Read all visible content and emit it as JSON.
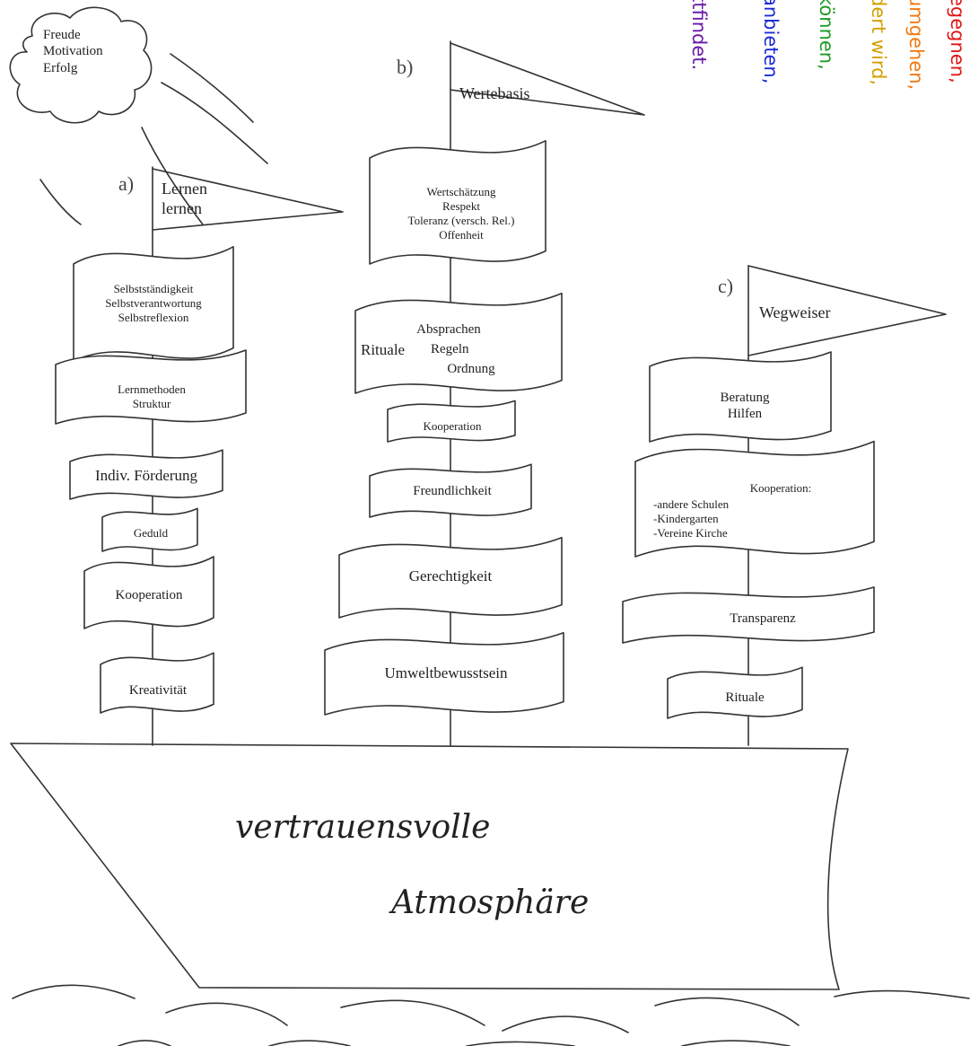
{
  "cloud": [
    "Freude",
    "Motivation",
    "Erfolg"
  ],
  "masts": {
    "a": {
      "letter": "a)",
      "flag": [
        "Lernen",
        "lernen"
      ],
      "banners": [
        [
          "Selbstständigkeit",
          "Selbstverantwortung",
          "Selbstreflexion"
        ],
        [
          "Lernmethoden",
          "Struktur"
        ],
        [
          "Indiv. Förderung"
        ],
        [
          "Geduld"
        ],
        [
          "Kooperation"
        ],
        [
          "Kreativität"
        ]
      ]
    },
    "b": {
      "letter": "b)",
      "flag": [
        "Wertebasis"
      ],
      "banners": [
        [
          "Wertschätzung",
          "Respekt",
          "Toleranz (versch. Rel.)",
          "Offenheit"
        ],
        [
          "Absprachen",
          "Regeln",
          "Ordnung"
        ],
        [
          "Kooperation"
        ],
        [
          "Freundlichkeit"
        ],
        [
          "Gerechtigkeit"
        ],
        [
          "Umweltbewusstsein"
        ]
      ],
      "rituale_label": "Rituale"
    },
    "c": {
      "letter": "c)",
      "flag": [
        "Wegweiser"
      ],
      "banners": [
        [
          "Beratung",
          "Hilfen"
        ],
        [
          "Kooperation:",
          "-andere Schulen",
          "-Kindergarten",
          "-Vereine  Kirche"
        ],
        [
          "Transparenz"
        ],
        [
          "Rituale"
        ]
      ]
    }
  },
  "hull": [
    "vertrauensvolle",
    "Atmosphäre"
  ],
  "vertical_texts": [
    {
      "text": "ttfindet.",
      "color": "#6a1aa8"
    },
    {
      "text": "anbieten,",
      "color": "#1a2bd6"
    },
    {
      "text": "können,",
      "color": "#1f9a25"
    },
    {
      "text": "dert wird,",
      "color": "#d4a000"
    },
    {
      "text": "umgehen,",
      "color": "#f07a14"
    },
    {
      "text": "egegnen,",
      "color": "#e01818"
    }
  ]
}
